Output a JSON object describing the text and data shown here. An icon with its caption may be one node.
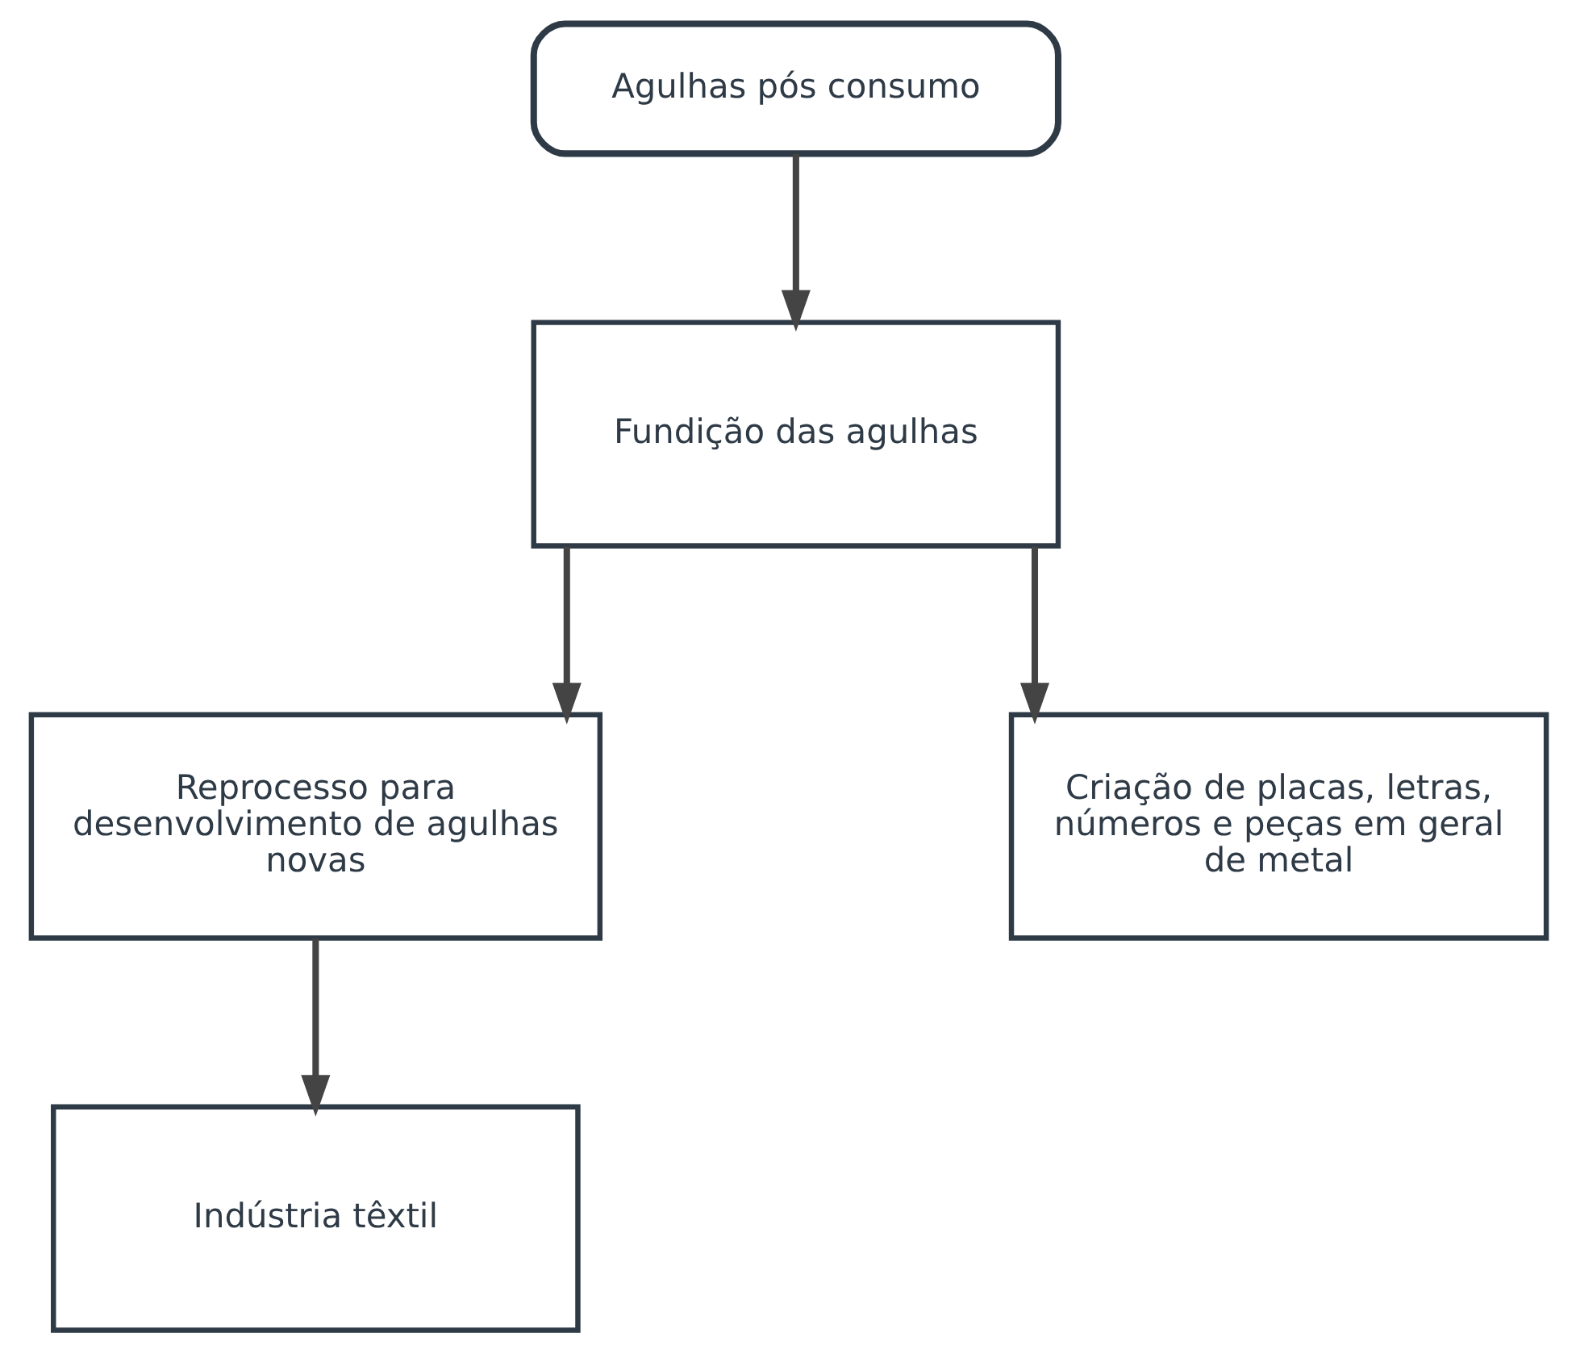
{
  "diagram": {
    "nodes": [
      {
        "text": [
          "Agulhas pós consumo"
        ]
      },
      {
        "text": [
          "Fundição das agulhas"
        ]
      },
      {
        "text": [
          "Reprocesso para desenvolvimento de agulhas novas"
        ]
      },
      {
        "text": [
          "Criação de placas, letras, números e peças em geral de metal"
        ]
      },
      {
        "text": [
          "Indústria têxtil"
        ]
      }
    ],
    "edges": [
      {
        "from": 0,
        "to": 1,
        "arrow": "to"
      },
      {
        "from": 1,
        "to": 2,
        "arrow": "to"
      },
      {
        "from": 1,
        "to": 3,
        "arrow": "to"
      },
      {
        "from": 2,
        "to": 4,
        "arrow": "to"
      }
    ]
  }
}
